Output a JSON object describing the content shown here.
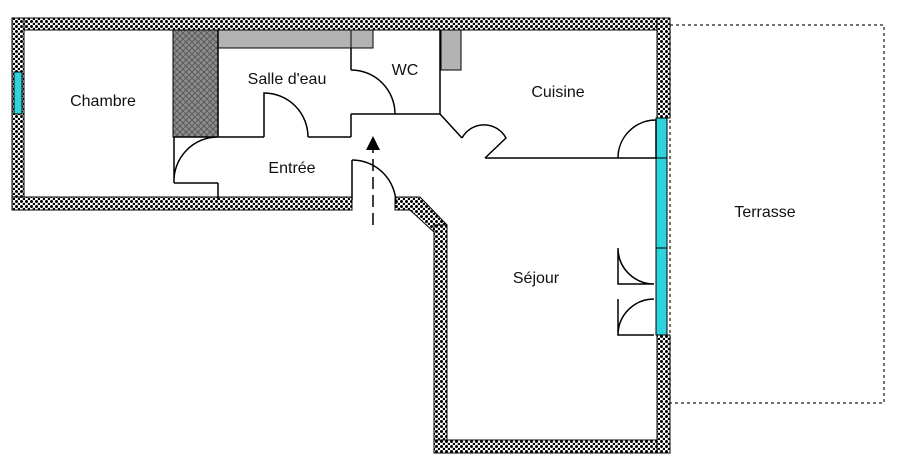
{
  "rooms": {
    "chambre": "Chambre",
    "salle_eau": "Salle d'eau",
    "wc": "WC",
    "cuisine": "Cuisine",
    "entree": "Entrée",
    "sejour": "Séjour",
    "terrasse": "Terrasse"
  },
  "colors": {
    "window": "#2fd3dd",
    "wall_hatch": "#000000",
    "duct": "#8a8a8a",
    "counter": "#b3b3b3"
  }
}
